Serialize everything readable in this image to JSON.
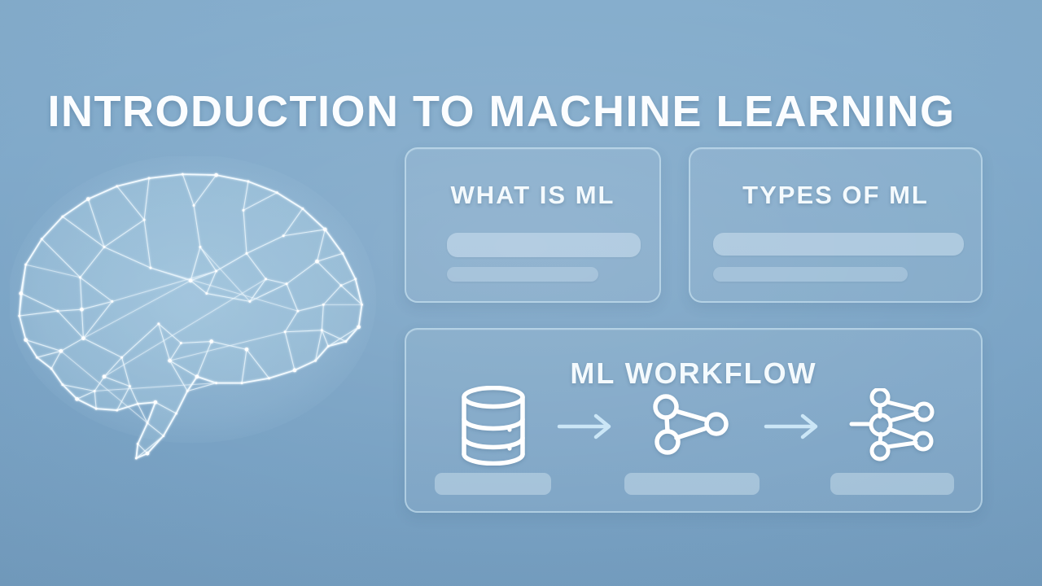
{
  "page": {
    "title": "INTRODUCTION TO MACHINE LEARNING"
  },
  "illustration": {
    "icon": "brain-network-illustration"
  },
  "cards": {
    "what_is_ml": {
      "title": "WHAT IS ML",
      "placeholder_lines": 2
    },
    "types_of_ml": {
      "title": "TYPES OF ML",
      "placeholder_lines": 2
    },
    "workflow": {
      "title": "ML WORKFLOW",
      "steps": [
        {
          "icon": "database-icon",
          "placeholder_label": true
        },
        {
          "icon": "graph-model-icon",
          "placeholder_label": true
        },
        {
          "icon": "neural-network-icon",
          "placeholder_label": true
        }
      ],
      "connector_icon": "right-arrow-icon"
    }
  },
  "colors": {
    "background": "#7ea7c8",
    "card_border": "#d6ecf8",
    "title_text": "#fbfdff",
    "icon_stroke": "#ffffff",
    "arrow": "#cbe6f6",
    "placeholder_bar": "#a5c7df"
  }
}
